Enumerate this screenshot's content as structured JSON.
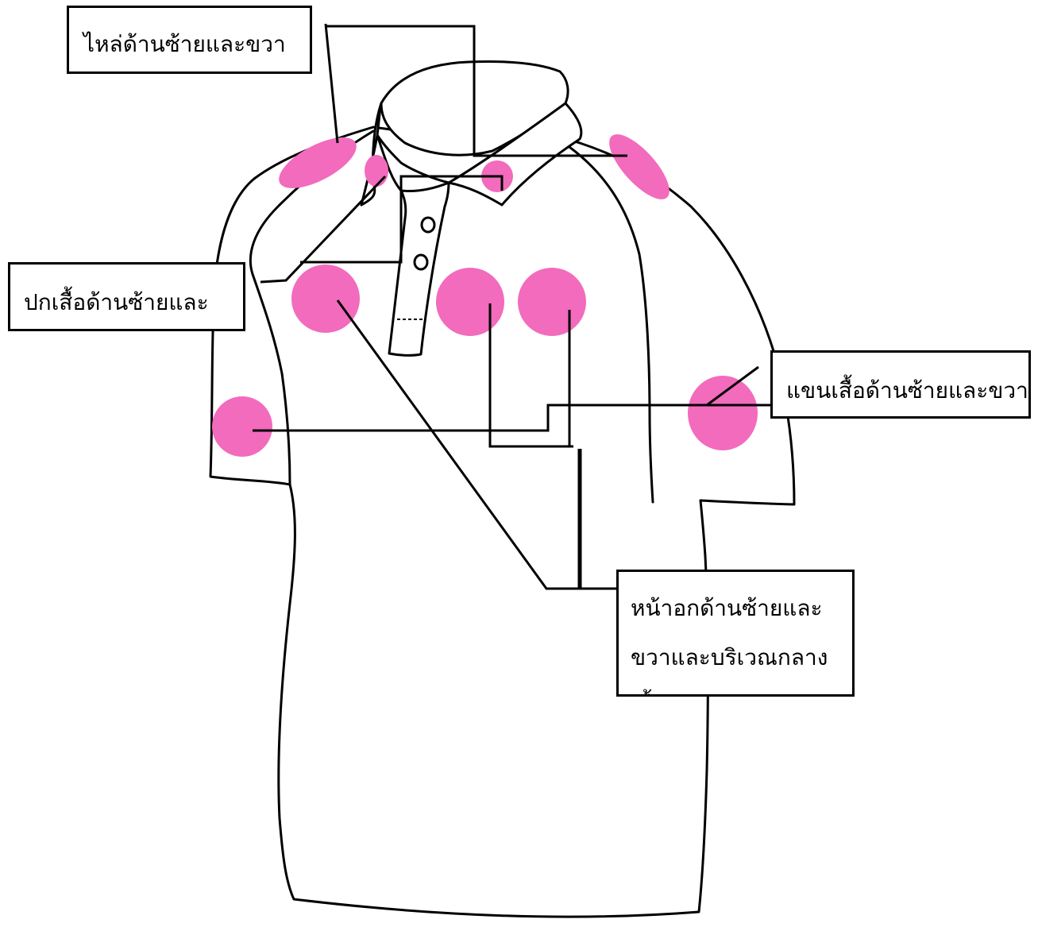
{
  "labels": {
    "shoulders": "ไหล่ด้านซ้ายและขวา",
    "collar": "ปกเสื้อด้านซ้ายและ",
    "sleeves": "แขนเสื้อด้านซ้ายและขวา",
    "chest_line_1": "หน้าอกด้านซ้ายและ",
    "chest_line_2": "ขวาและบริเวณกลาง",
    "chest_line_3": "เสื้อ"
  },
  "colors": {
    "marker": "#f26bbd",
    "outline": "#000000",
    "background": "#ffffff"
  }
}
